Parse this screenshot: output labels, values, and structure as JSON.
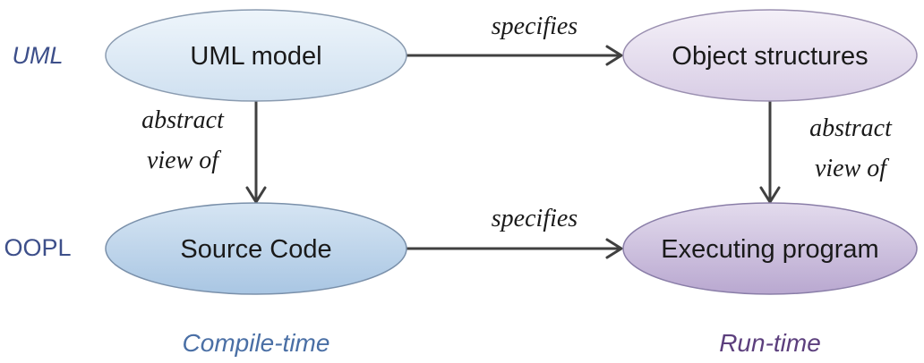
{
  "rows": {
    "uml_label": "UML",
    "oopl_label": "OOPL"
  },
  "nodes": {
    "uml_model": "UML model",
    "object_structures": "Object structures",
    "source_code": "Source Code",
    "executing_program": "Executing program"
  },
  "edges": {
    "top_specifies": "specifies",
    "bottom_specifies": "specifies",
    "left_abstract": [
      "abstract",
      "view of"
    ],
    "right_abstract": [
      "abstract",
      "view of"
    ]
  },
  "phases": {
    "compile_time": "Compile-time",
    "run_time": "Run-time"
  },
  "colors": {
    "side_label_color": "#3d4f8a",
    "phase_label_color": "#4a6fa5",
    "run_time_color": "#5c3f7d",
    "blue_light": "#e8f1fa",
    "blue_mid": "#c5daee",
    "purple_light": "#efeaf4",
    "purple_mid": "#cfc3de",
    "edge_color": "#404040"
  }
}
